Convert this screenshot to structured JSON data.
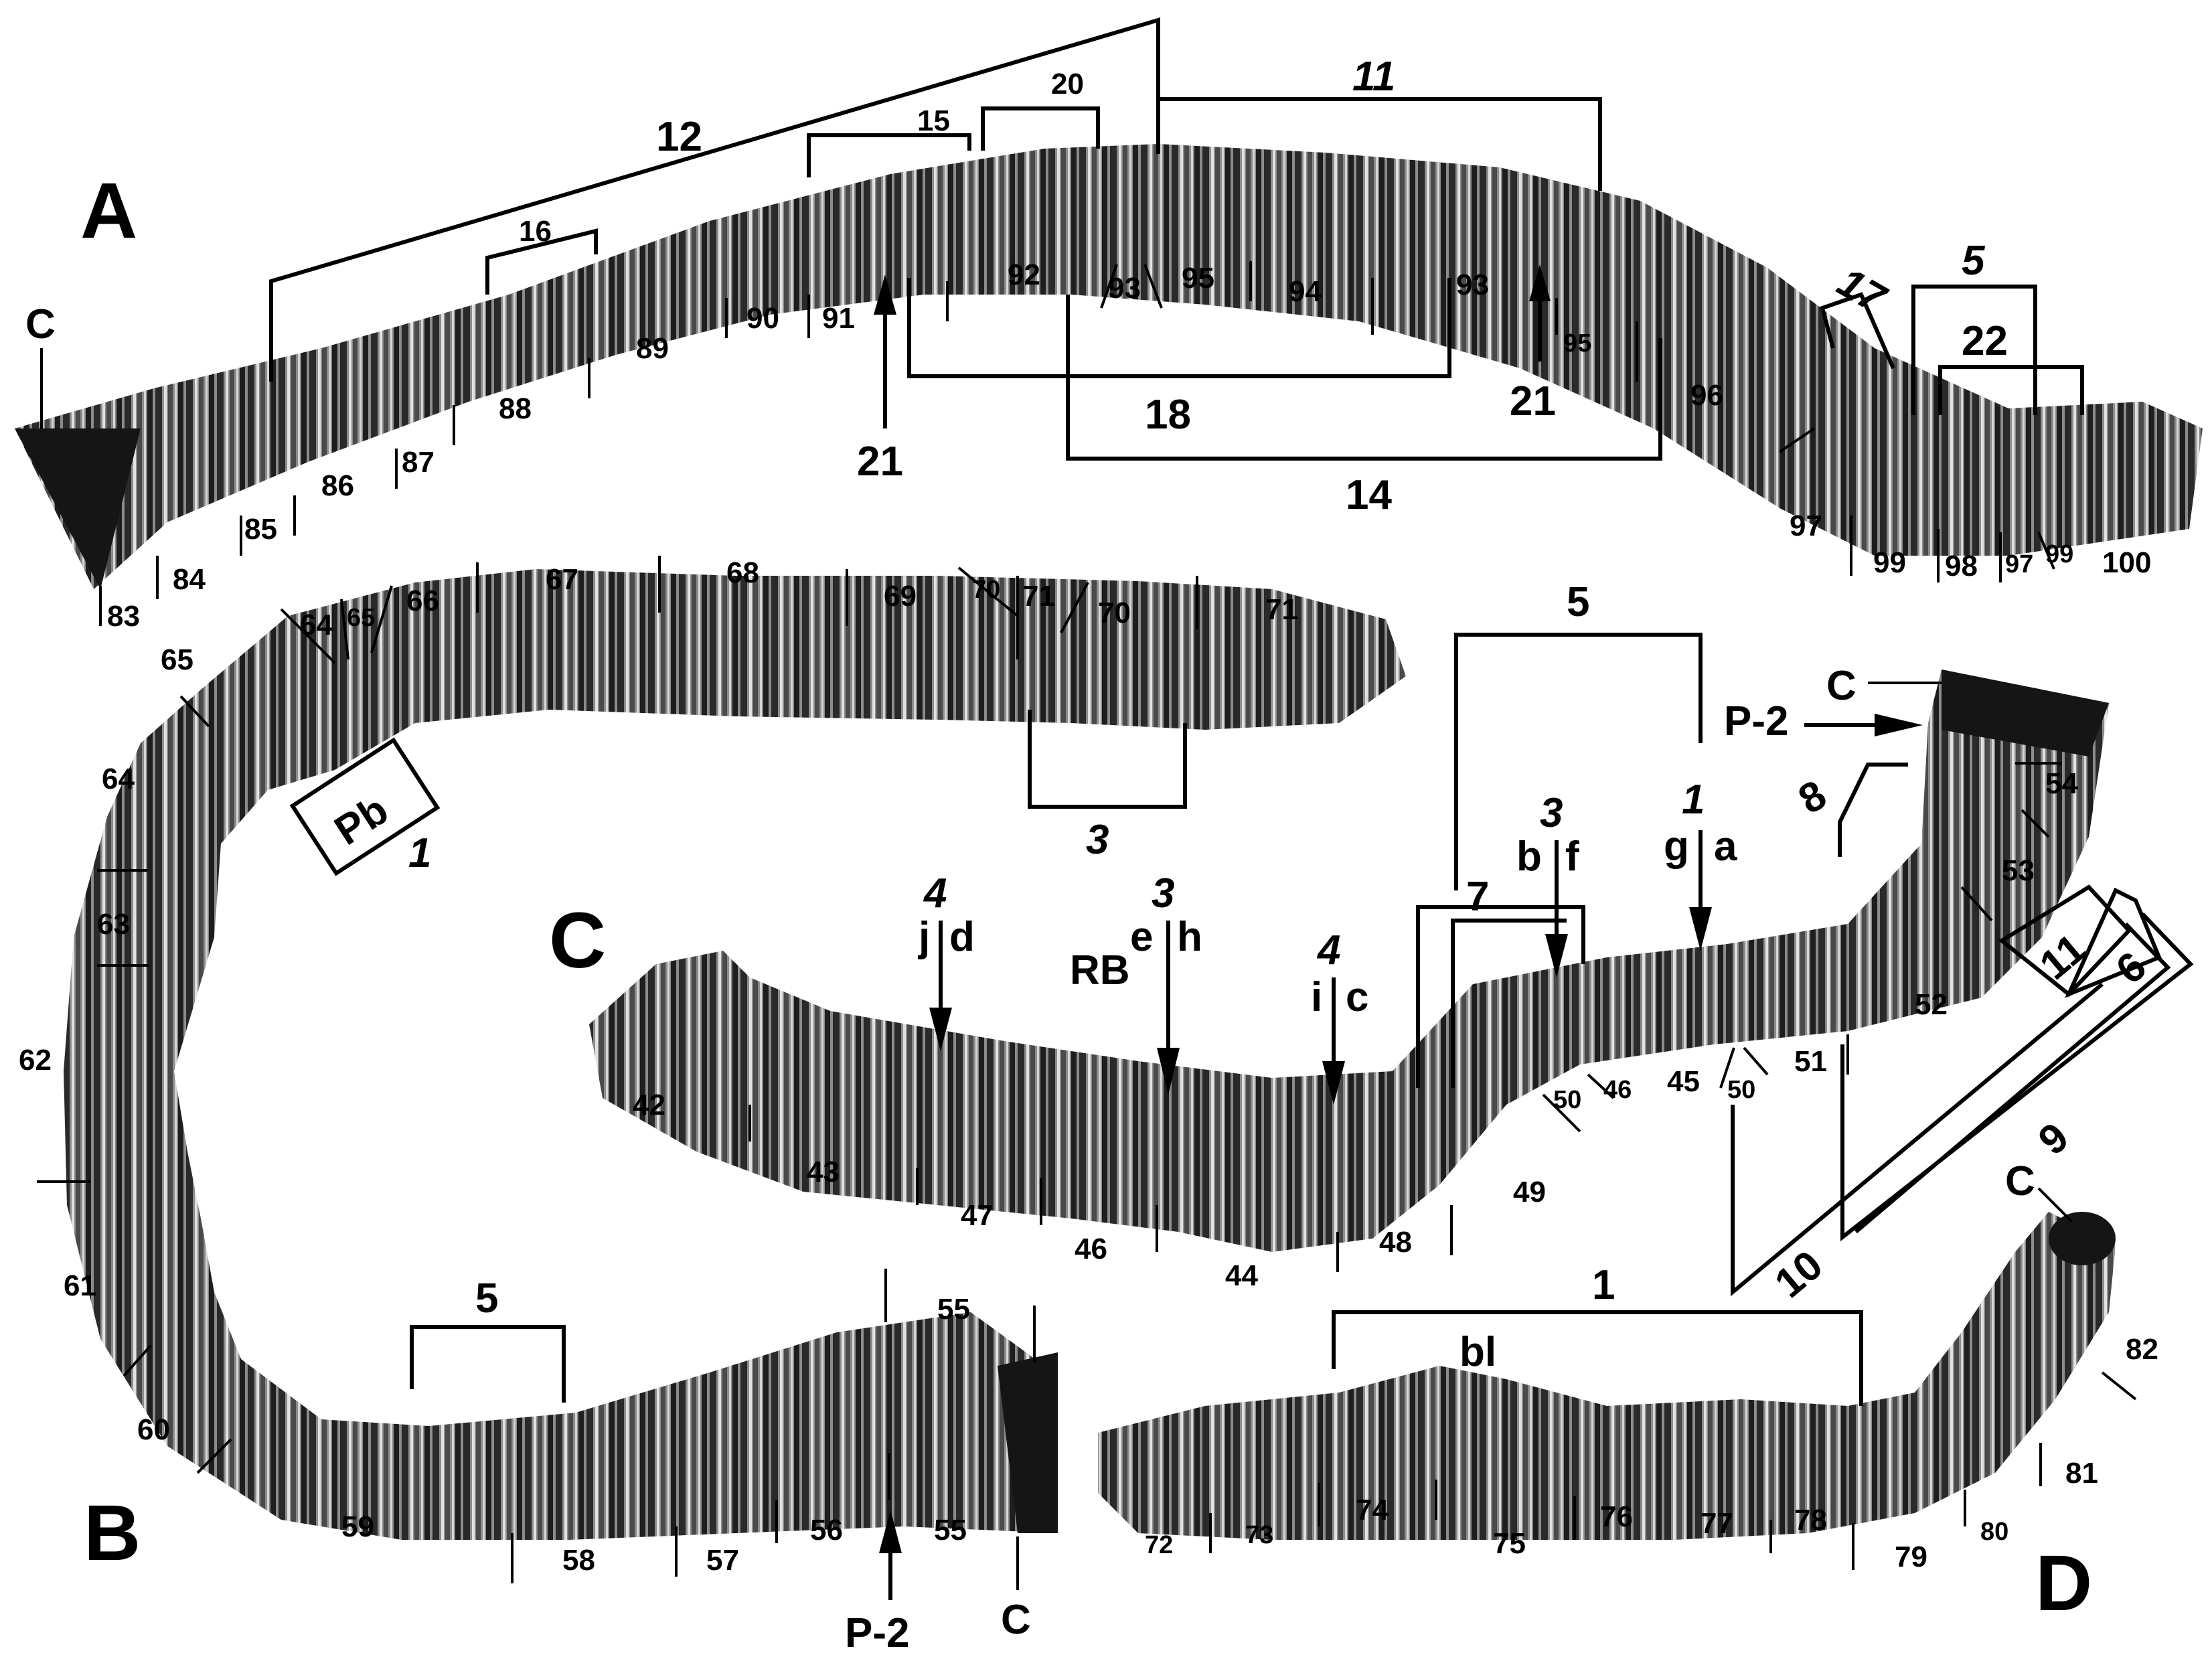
{
  "panels": {
    "a": "A",
    "b": "B",
    "c": "C",
    "d": "D"
  },
  "centromere": "C",
  "arm_a": {
    "divisions": [
      "83",
      "84",
      "85",
      "86",
      "87",
      "88",
      "89",
      "90",
      "91",
      "92",
      "93",
      "95",
      "94",
      "93",
      "95",
      "96",
      "97",
      "99",
      "98",
      "97",
      "99",
      "100"
    ],
    "inversion_labels": [
      "12",
      "16",
      "15",
      "20",
      "11",
      "18",
      "14",
      "17",
      "5",
      "22"
    ],
    "breakpoint_arrows": [
      "21",
      "21"
    ]
  },
  "arm_b": {
    "divisions": [
      "64",
      "65",
      "66",
      "67",
      "68",
      "69",
      "70",
      "71",
      "70",
      "71",
      "65",
      "64",
      "63",
      "62",
      "61",
      "60",
      "59",
      "58",
      "57",
      "56",
      "55",
      "55"
    ],
    "inversion_labels": [
      "3",
      "5",
      "1"
    ],
    "puff_label": "Pb",
    "arrow_label": "P-2"
  },
  "arm_c": {
    "divisions": [
      "42",
      "43",
      "47",
      "46",
      "44",
      "48",
      "49",
      "50",
      "46",
      "45",
      "50",
      "51",
      "52",
      "53",
      "54"
    ],
    "inversion_labels": [
      "5",
      "7",
      "8",
      "11",
      "6",
      "9",
      "10"
    ],
    "arrows": [
      {
        "number": "4",
        "left": "j",
        "right": "d"
      },
      {
        "number": "3",
        "left": "e",
        "right": "h"
      },
      {
        "number": "4",
        "left": "i",
        "right": "c"
      },
      {
        "number": "3",
        "left": "b",
        "right": "f"
      },
      {
        "number": "1",
        "left": "g",
        "right": "a"
      }
    ],
    "rb_label": "RB",
    "arrow_label": "P-2"
  },
  "arm_d": {
    "divisions": [
      "72",
      "73",
      "74",
      "75",
      "76",
      "77",
      "78",
      "79",
      "80",
      "81",
      "82"
    ],
    "inversion_labels": [
      "1"
    ],
    "bl_label": "bl"
  }
}
